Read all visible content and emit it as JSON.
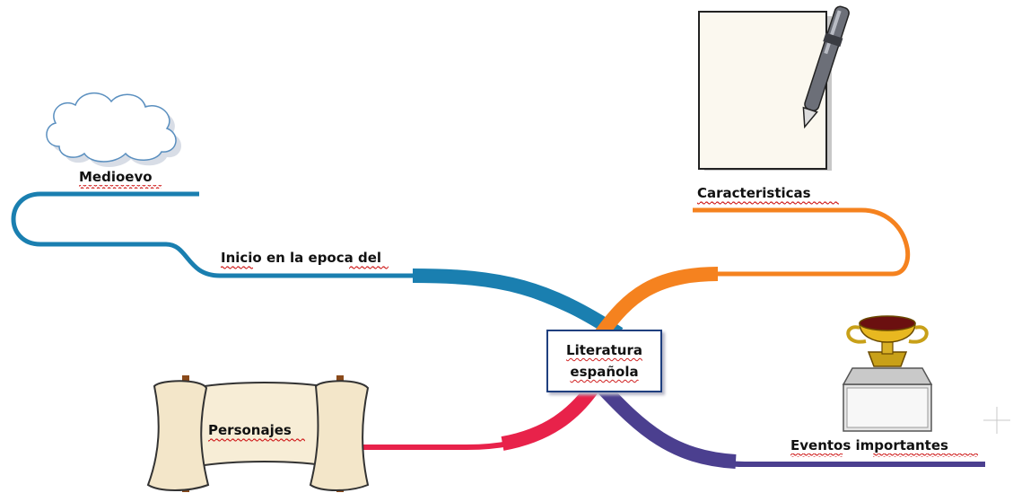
{
  "central_topic": {
    "line1": "Literatura",
    "line2": "española"
  },
  "branches": {
    "medioevo": {
      "label": "Medioevo",
      "sublabel": "Inicio en la epoca del",
      "color": "#1a7fb0",
      "icon": "cloud-icon"
    },
    "caracteristicas": {
      "label": "Caracteristicas",
      "color": "#f5821f",
      "icon": "paper-pen-icon"
    },
    "personajes": {
      "label": "Personajes",
      "color": "#e8224a",
      "icon": "scroll-icon"
    },
    "eventos": {
      "label": "Eventos importantes",
      "color": "#4b3f8f",
      "icon": "trophy-icon"
    }
  },
  "spellcheck_underline_color": "#d02020"
}
